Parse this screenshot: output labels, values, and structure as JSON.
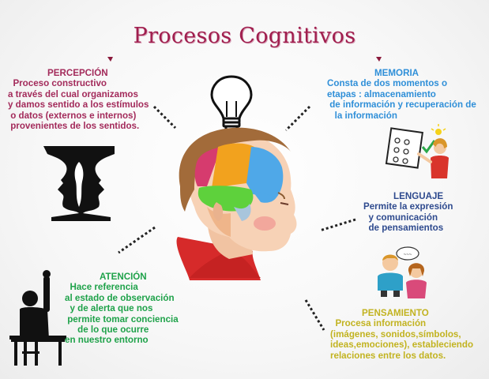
{
  "title": "Procesos Cognitivos",
  "percepcion": {
    "heading": "PERCEPCIÓN",
    "lines": [
      "  Proceso constructivo",
      "a través del cual organizamos",
      "y damos sentido a los estímulos",
      " o datos (externos e internos)",
      " provenientes de los sentidos."
    ]
  },
  "memoria": {
    "heading": "MEMORIA",
    "lines": [
      "Consta de dos momentos o",
      "etapas : almacenamiento",
      " de información y recuperación de",
      "   la información"
    ]
  },
  "lenguaje": {
    "heading": "LENGUAJE",
    "lines": [
      "Permite la expresión",
      "  y comunicación",
      "  de pensamientos"
    ]
  },
  "atencion": {
    "heading": "ATENCIÓN",
    "lines": [
      "  Hace referencia",
      "al estado de observación",
      "  y de alerta que nos",
      " permite tomar conciencia",
      "     de lo que ocurre",
      "en nuestro entorno"
    ]
  },
  "pensamiento": {
    "heading": "PENSAMIENTO",
    "lines": [
      "  Procesa información",
      "(imágenes, sonidos,símbolos,",
      "ideas,emociones), estableciendo",
      "relaciones entre los datos."
    ]
  },
  "colors": {
    "title": "#a01e4e",
    "percepcion": "#a32b5b",
    "memoria": "#2f8fd8",
    "lenguaje": "#2e4a8e",
    "atencion": "#1fa24a",
    "pensamiento": "#c2b320"
  },
  "icons": [
    "lightbulb-icon",
    "face-vase-icon",
    "student-raising-hand-icon",
    "memory-test-icon",
    "talking-people-icon",
    "brain-head-icon"
  ]
}
